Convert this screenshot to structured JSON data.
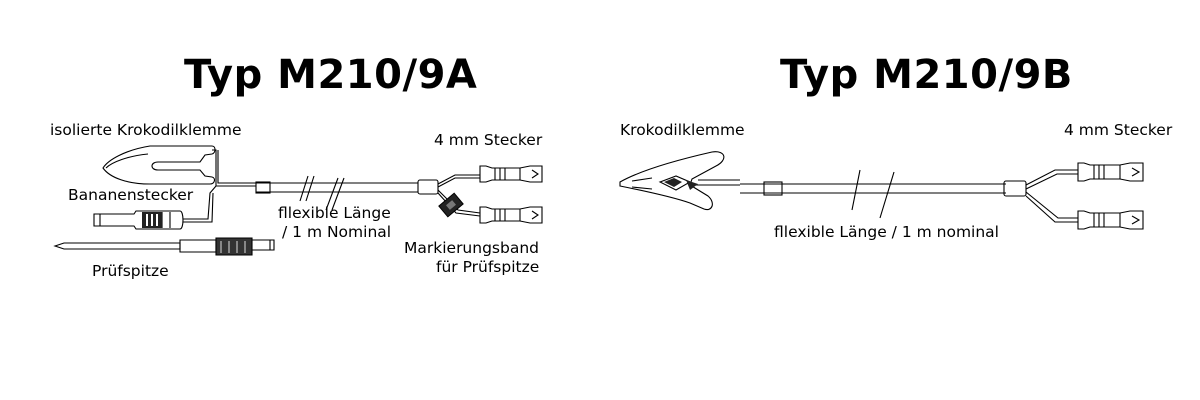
{
  "left": {
    "title": "Typ M210/9A",
    "labels": {
      "isolated_clip": "isolierte Krokodilklemme",
      "banana_plug": "Bananenstecker",
      "flexible_length_1": "fllexible Länge",
      "flexible_length_2": "/ 1 m Nominal",
      "plug_4mm": "4 mm Stecker",
      "marker_band_1": "Markierungsband",
      "marker_band_2": "für Prüfspitze",
      "probe_tip": "Prüfspitze"
    }
  },
  "right": {
    "title": "Typ M210/9B",
    "labels": {
      "alligator_clip": "Krokodilklemme",
      "plug_4mm": "4 mm Stecker",
      "flexible_length": "fllexible Länge / 1 m nominal"
    }
  },
  "colors": {
    "line": "#000000",
    "fill_dark": "#333333",
    "fill_mid": "#777777",
    "background": "#ffffff"
  }
}
